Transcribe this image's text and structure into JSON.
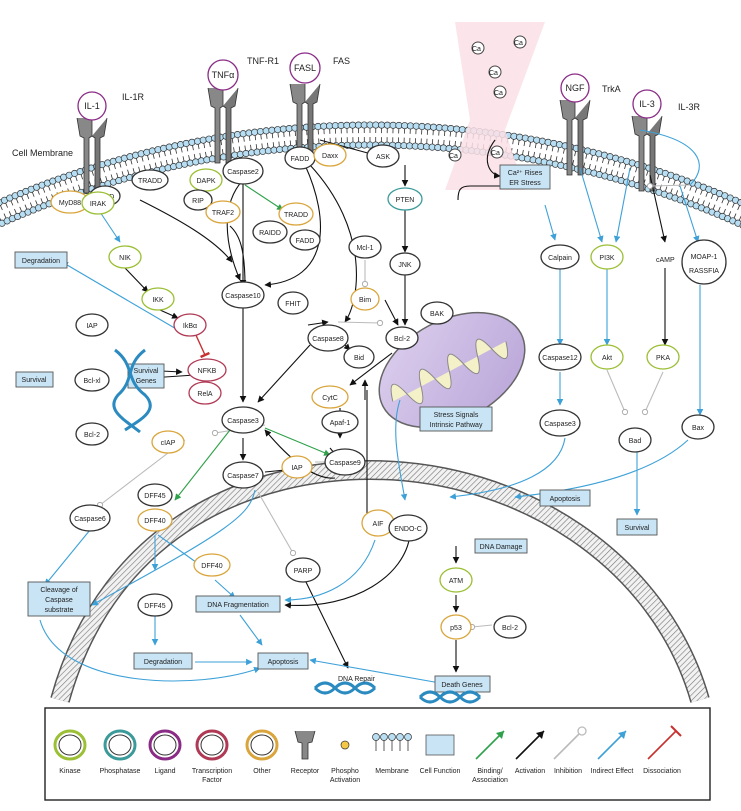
{
  "labels": {
    "cell_membrane": "Cell Membrane",
    "il1r": "IL-1R",
    "tnfr1": "TNF-R1",
    "fas": "FAS",
    "trka": "TrkA",
    "il3r": "IL-3R",
    "il1": "IL-1",
    "tnfa": "TNFα",
    "fasl": "FASL",
    "ngf": "NGF",
    "il3": "IL-3",
    "ca_rise_1": "Ca²⁺ Rises",
    "ca_rise_2": "ER Stress",
    "fadd": "FADD",
    "tradd": "TRADD",
    "myd88": "MyD88",
    "irak": "IRAK",
    "dapk": "DAPK",
    "caspase2": "Caspase2",
    "rip": "RIP",
    "traf2": "TRAF2",
    "tradd2": "TRADD",
    "raidd": "RAIDD",
    "fadd2": "FADD",
    "fadd3": "FADD",
    "daxx": "Daxx",
    "ask": "ASK",
    "pten": "PTEN",
    "jnk": "JNK",
    "mcl1": "Mcl-1",
    "bim": "Bim",
    "bak": "BAK",
    "bcl2_mito": "Bcl-2",
    "bid": "Bid",
    "fhit": "FHIT",
    "caspase10": "Caspase10",
    "caspase8": "Caspase8",
    "caspase3": "Caspase3",
    "caspase7": "Caspase7",
    "caspase9": "Caspase9",
    "caspase6": "Caspase6",
    "cytc": "CytC",
    "apaf1": "Apaf-1",
    "iap_mid": "IAP",
    "ciap": "cIAP",
    "nik": "NIK",
    "ikk": "IKK",
    "ikba": "IkBα",
    "nfkb": "NFKB",
    "rela": "RelA",
    "degradation_top": "Degradation",
    "iap": "IAP",
    "survival_left": "Survival",
    "bclxl": "Bcl-xl",
    "bcl2_left": "Bcl-2",
    "survival_genes_1": "Survival",
    "survival_genes_2": "Genes",
    "stress_1": "Stress Signals",
    "stress_2": "Intrinsic Pathway",
    "dff45_a": "DFF45",
    "dff40_a": "DFF40",
    "dff40_b": "DFF40",
    "dff45_b": "DFF45",
    "aif": "AIF",
    "endoc": "ENDO-C",
    "parp": "PARP",
    "dna_damage": "DNA Damage",
    "atm": "ATM",
    "p53": "p53",
    "bcl2_p53": "Bcl-2",
    "cleavage_1": "Cleavage of",
    "cleavage_2": "Caspase",
    "cleavage_3": "substrate",
    "dna_frag": "DNA Fragmentation",
    "degradation_bottom": "Degradation",
    "apoptosis_center": "Apoptosis",
    "dna_repair": "DNA Repair",
    "death_genes": "Death Genes",
    "calpain": "Calpain",
    "caspase12": "Caspase12",
    "caspase3_r": "Caspase3",
    "apoptosis_right": "Apoptosis",
    "pi3k": "PI3K",
    "akt": "Akt",
    "camp": "cAMP",
    "pka": "PKA",
    "bad": "Bad",
    "survival_right": "Survival",
    "moap1": "MOAP-1",
    "rassfia": "RASSFIA",
    "bax": "Bax",
    "ca": "Ca"
  },
  "legend": [
    {
      "label": "Kinase",
      "kind": "kinase"
    },
    {
      "label": "Phosphatase",
      "kind": "phosphatase"
    },
    {
      "label": "Ligand",
      "kind": "ligand"
    },
    {
      "label": "Transcription",
      "label2": "Factor",
      "kind": "tf"
    },
    {
      "label": "Other",
      "kind": "other"
    },
    {
      "label": "Receptor",
      "kind": "receptor"
    },
    {
      "label": "Phospho",
      "label2": "Activation",
      "kind": "phospho"
    },
    {
      "label": "Membrane",
      "kind": "membrane"
    },
    {
      "label": "Cell Function",
      "kind": "cellfunction"
    },
    {
      "label": "Binding/",
      "label2": "Association",
      "kind": "binding"
    },
    {
      "label": "Activation",
      "kind": "activation"
    },
    {
      "label": "Inhibition",
      "kind": "inhibition"
    },
    {
      "label": "Indirect Effect",
      "kind": "indirect"
    },
    {
      "label": "Dissociation",
      "kind": "dissociation"
    }
  ],
  "colors": {
    "kinase": "#9bbf35",
    "phosphatase": "#3c9a9a",
    "ligand": "#8a2c86",
    "tf": "#b03a55",
    "other": "#d9a53c",
    "cell_function": "#c8e4f5",
    "binding": "#2fa14a",
    "activation": "#111111",
    "inhibition": "#bbbbbb",
    "indirect": "#3da1d8",
    "dissociation": "#c8302f"
  }
}
